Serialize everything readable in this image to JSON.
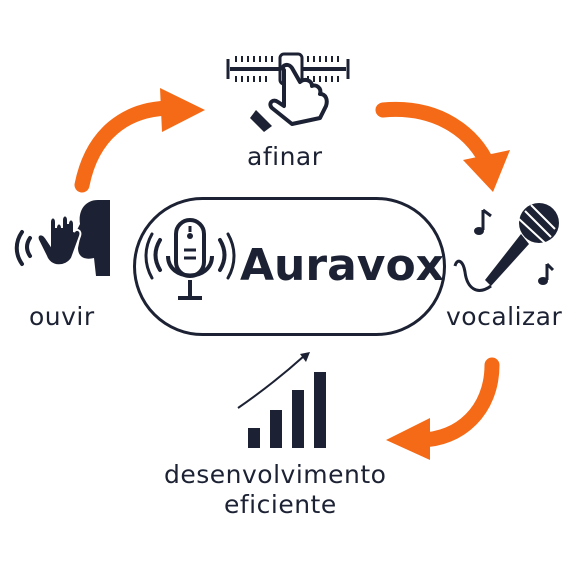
{
  "center": {
    "brand": "Auravox"
  },
  "nodes": {
    "top": "afinar",
    "right": "vocalizar",
    "left": "ouvir",
    "bottom_line1": "desenvolvimento",
    "bottom_line2": "eficiente"
  },
  "colors": {
    "arrow": "#f56a16",
    "ink": "#1c2233"
  },
  "icons": {
    "top": "slider-finger-icon",
    "right": "microphone-music-icon",
    "left": "listening-ear-icon",
    "bottom": "growth-bars-icon",
    "center": "microphone-icon"
  }
}
